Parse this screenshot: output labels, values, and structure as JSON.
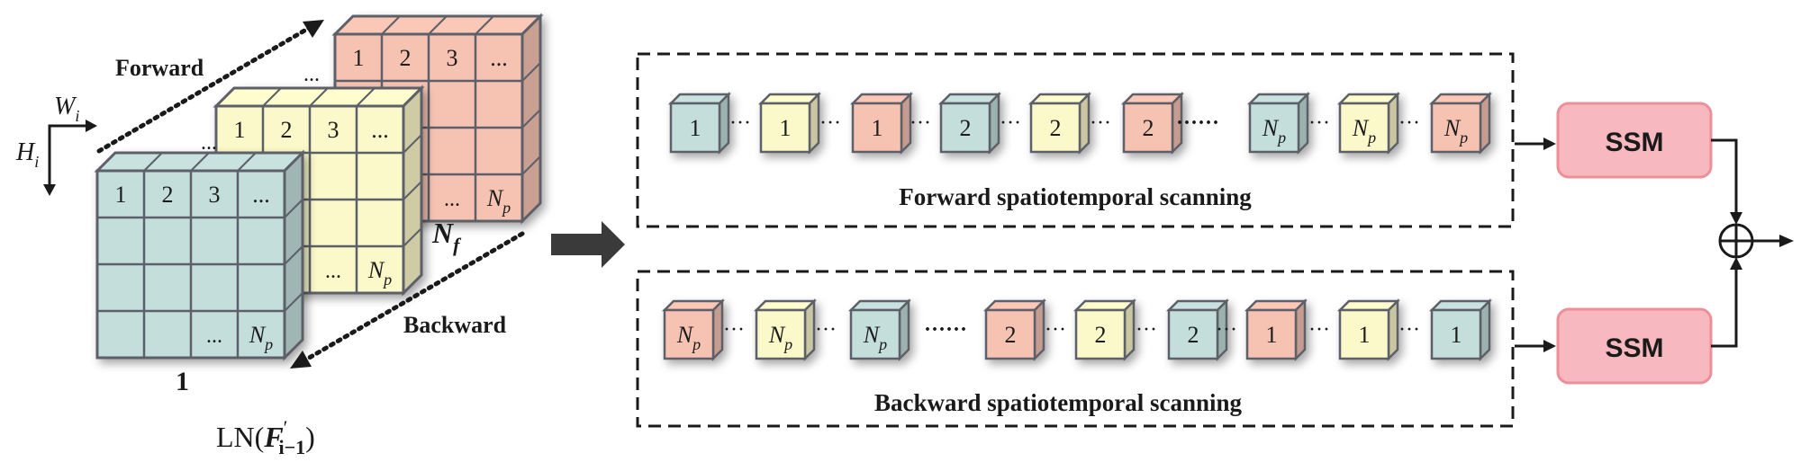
{
  "colors": {
    "teal": "#c3dedb",
    "yellow": "#fbf8c9",
    "salmon": "#f6c3b3",
    "ssm_fill": "#f7b8bf",
    "ssm_stroke": "#ec8f99",
    "grid_stroke": "#5d6068",
    "ink": "#1a1a1a"
  },
  "stack": {
    "front_label": "1",
    "back_label_main": "N",
    "back_label_sub": "f",
    "caption_main": "LN(",
    "caption_var": "F",
    "caption_prime": "′",
    "caption_sub": "i−1",
    "caption_close": ")",
    "forward_label": "Forward",
    "backward_label": "Backward",
    "width_axis_main": "W",
    "width_axis_sub": "i",
    "height_axis_main": "H",
    "height_axis_sub": "i",
    "ellipsis": "...",
    "header_cells": [
      "1",
      "2",
      "3",
      "..."
    ],
    "last_cells": [
      "...",
      "N_p"
    ]
  },
  "forward": {
    "caption": "Forward spatiotemporal scanning",
    "cubes": [
      {
        "color": "teal",
        "label": "1"
      },
      {
        "color": "yellow",
        "label": "1"
      },
      {
        "color": "salmon",
        "label": "1"
      },
      {
        "color": "teal",
        "label": "2"
      },
      {
        "color": "yellow",
        "label": "2"
      },
      {
        "color": "salmon",
        "label": "2"
      },
      {
        "color": "teal",
        "label": "N_p"
      },
      {
        "color": "yellow",
        "label": "N_p"
      },
      {
        "color": "salmon",
        "label": "N_p"
      }
    ],
    "separators": [
      "···",
      "···",
      "···",
      "···",
      "···",
      "······",
      "···",
      "···"
    ]
  },
  "backward": {
    "caption": "Backward spatiotemporal scanning",
    "cubes": [
      {
        "color": "salmon",
        "label": "N_p"
      },
      {
        "color": "yellow",
        "label": "N_p"
      },
      {
        "color": "teal",
        "label": "N_p"
      },
      {
        "color": "salmon",
        "label": "2"
      },
      {
        "color": "yellow",
        "label": "2"
      },
      {
        "color": "teal",
        "label": "2"
      },
      {
        "color": "salmon",
        "label": "1"
      },
      {
        "color": "yellow",
        "label": "1"
      },
      {
        "color": "teal",
        "label": "1"
      }
    ],
    "separators": [
      "···",
      "···",
      "······",
      "···",
      "···",
      "···",
      "···",
      "···"
    ]
  },
  "ssm": {
    "top_label": "SSM",
    "bottom_label": "SSM"
  }
}
